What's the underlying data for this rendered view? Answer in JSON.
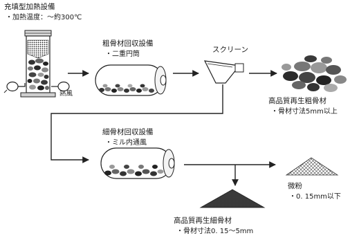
{
  "heater": {
    "title": "充填型加熱設備",
    "spec": "・加熱温度：～約300℃",
    "hot_air_label": "熱風"
  },
  "coarse_recovery": {
    "title": "粗骨材回収設備",
    "spec": "・二重円筒"
  },
  "screen": {
    "label": "スクリーン"
  },
  "coarse_product": {
    "title": "高品質再生粗骨材",
    "spec": "・骨材寸法5mm以上"
  },
  "fine_recovery": {
    "title": "細骨材回収設備",
    "spec": "・ミル内通風"
  },
  "fines": {
    "title": "微粉",
    "spec": "・0. 15mm以下"
  },
  "fine_product": {
    "title": "高品質再生細骨材",
    "spec": "・骨材寸法0. 15～5mm"
  }
}
